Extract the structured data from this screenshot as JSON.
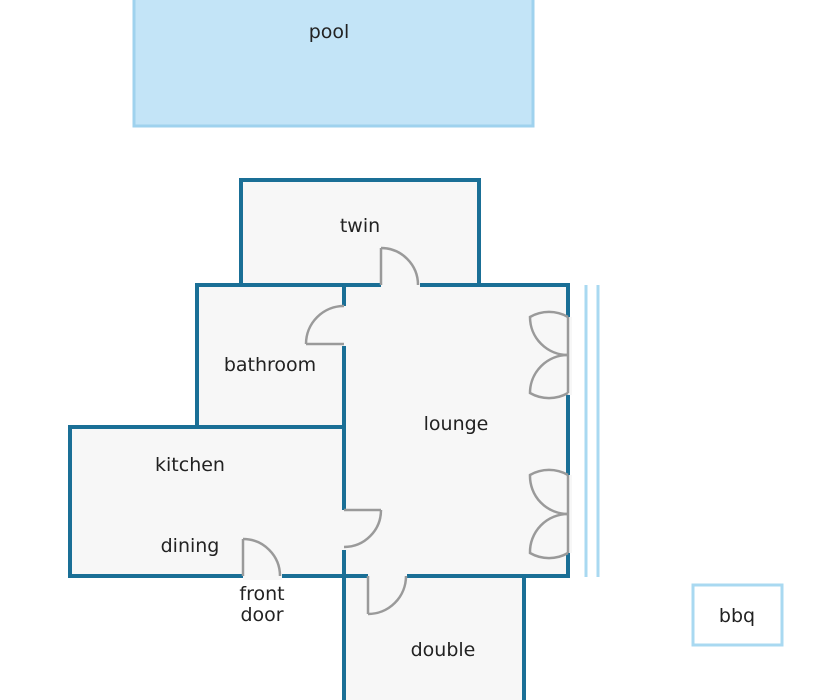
{
  "colors": {
    "wall": "#1a6f96",
    "floor": "#f7f7f7",
    "pool_fill": "#c3e4f7",
    "pool_edge": "#9fd2ee",
    "door": "#9a9a9a",
    "rail": "#a9d9f1",
    "text": "#222222"
  },
  "labels": {
    "pool": "pool",
    "twin": "twin",
    "bathroom": "bathroom",
    "lounge": "lounge",
    "kitchen": "kitchen",
    "dining": "dining",
    "front_door_line1": "front",
    "front_door_line2": "door",
    "double": "double",
    "bbq": "bbq"
  }
}
